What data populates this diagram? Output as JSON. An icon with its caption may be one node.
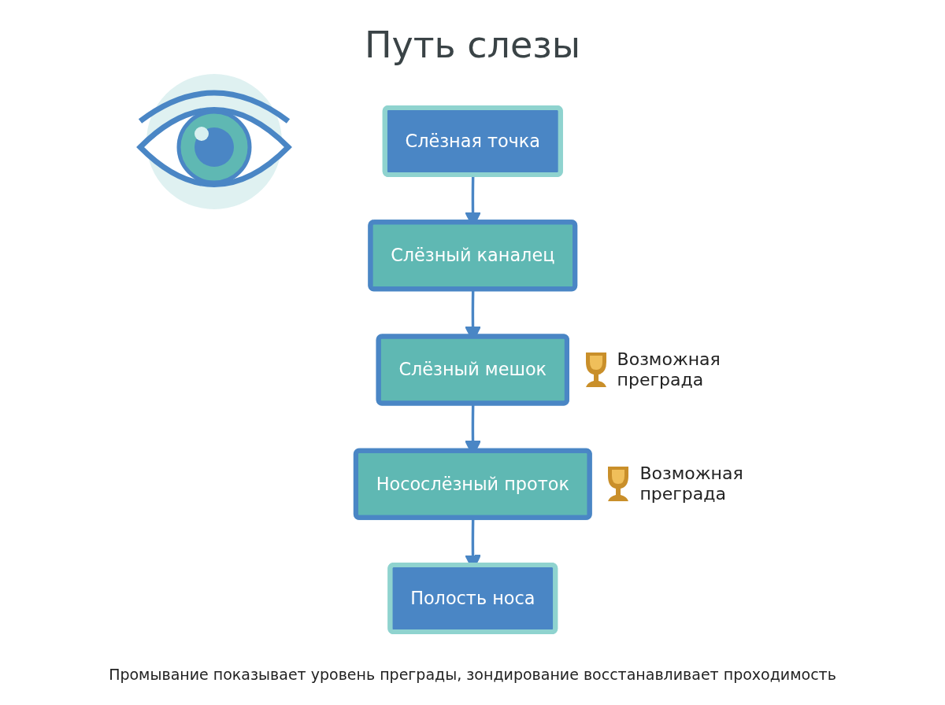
{
  "diagram": {
    "title": "Путь слезы",
    "nodes": [
      {
        "text": [
          "Слёзная точка"
        ]
      },
      {
        "text": [
          "Слёзный каналец"
        ]
      },
      {
        "text": [
          "Слёзный мешок"
        ],
        "beside": [
          "Возможная преграда"
        ]
      },
      {
        "text": [
          "Носослёзный проток"
        ],
        "beside": [
          "Возможная преграда"
        ]
      },
      {
        "text": [
          "Полость носа"
        ]
      }
    ],
    "edges": [
      {
        "from": 0,
        "to": 1,
        "arrow": "to"
      },
      {
        "from": 1,
        "to": 2,
        "arrow": "to"
      },
      {
        "from": 2,
        "to": 3,
        "arrow": "to"
      },
      {
        "from": 3,
        "to": 4,
        "arrow": "to"
      }
    ],
    "caption": "Промывание показывает уровень преграды, зондирование восстанавливает проходимость"
  }
}
